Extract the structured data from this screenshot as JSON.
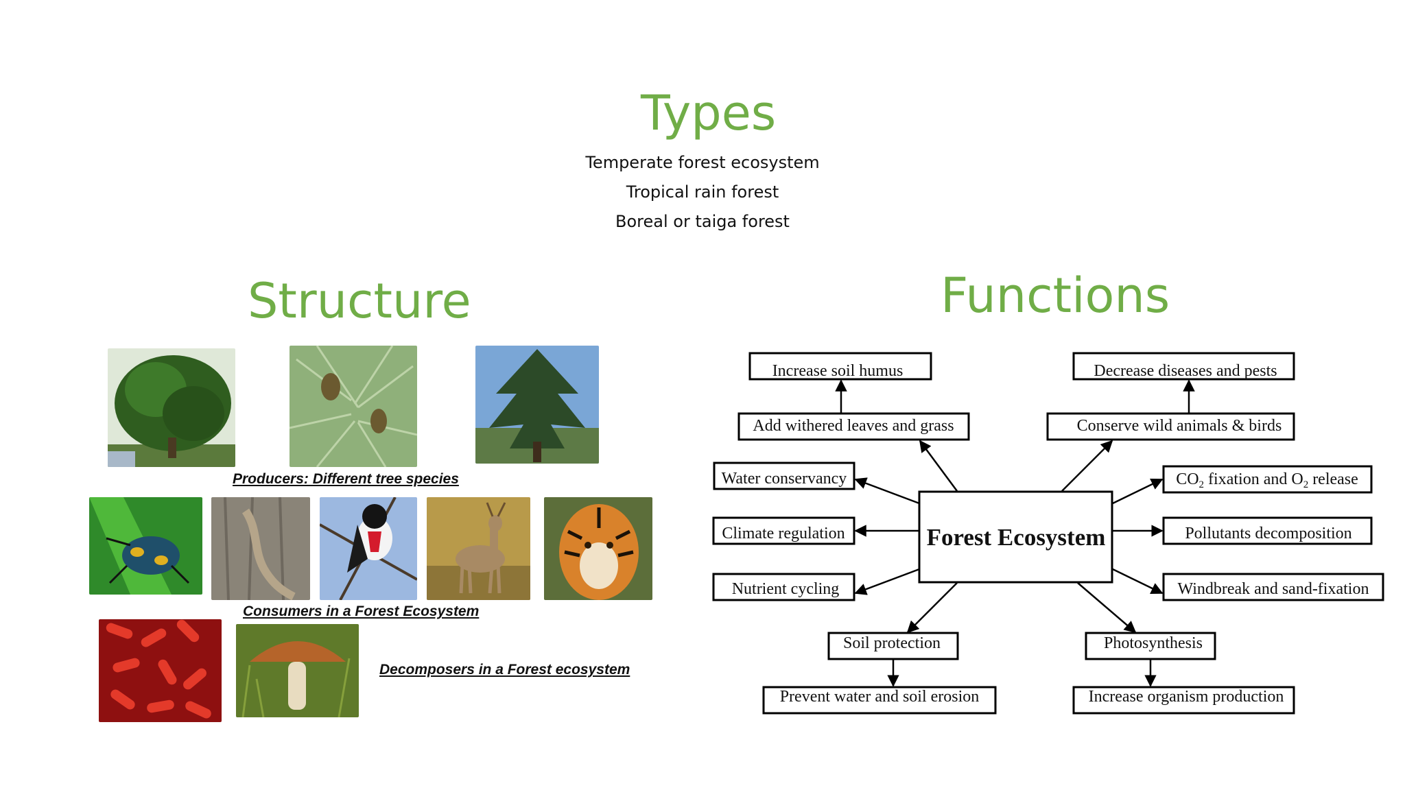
{
  "types": {
    "title": "Types",
    "items": [
      "Temperate forest ecosystem",
      "Tropical rain forest",
      "Boreal or taiga forest"
    ]
  },
  "structure": {
    "title": "Structure",
    "producers_caption": "Producers: Different tree species",
    "consumers_caption": "Consumers in a Forest Ecosystem",
    "decomposers_caption": "Decomposers in a Forest ecosystem"
  },
  "functions": {
    "title": "Functions",
    "diagram": {
      "center": "Forest Ecosystem",
      "nodes": {
        "increase_soil_humus": "Increase soil humus",
        "add_withered": "Add withered leaves and grass",
        "decrease_diseases": "Decrease diseases and pests",
        "conserve_wild": "Conserve wild animals & birds",
        "water_conservancy": "Water conservancy",
        "climate_regulation": "Climate regulation",
        "nutrient_cycling": "Nutrient  cycling",
        "co2_a": "CO",
        "co2_sub": "2",
        "co2_b": " fixation and O",
        "co2_sub2": "2",
        "co2_c": " release",
        "pollutants": "Pollutants decomposition",
        "windbreak": "Windbreak and sand-fixation",
        "soil_protection": "Soil protection",
        "prevent_erosion": "Prevent water and soil erosion",
        "photosynthesis": "Photosynthesis",
        "increase_organism": "Increase organism production"
      }
    }
  },
  "colors": {
    "heading": "#70ad47"
  }
}
